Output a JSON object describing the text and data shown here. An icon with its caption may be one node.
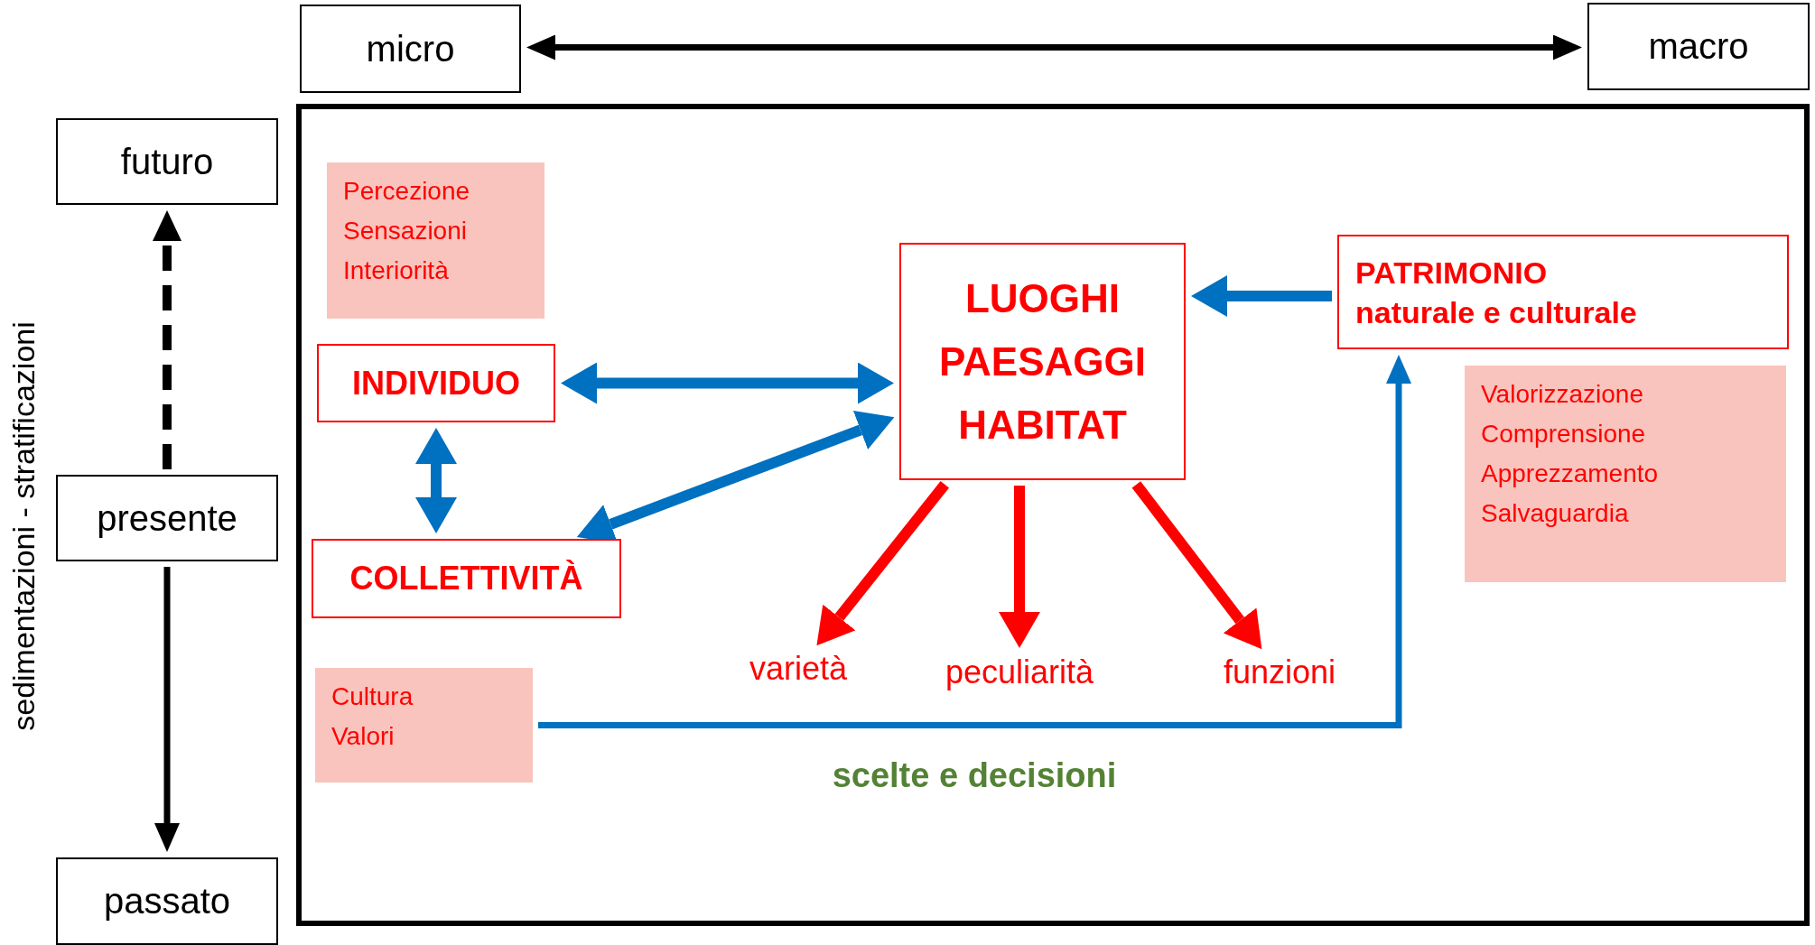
{
  "diagram": {
    "nodes": [
      {
        "text": [
          "micro"
        ]
      },
      {
        "text": [
          "macro"
        ]
      },
      {
        "text": [],
        "shape": "box"
      },
      {
        "text": [
          "futuro"
        ]
      },
      {
        "text": [
          "Percezione Sensazioni Interiorità"
        ],
        "in": 2
      },
      {
        "text": [
          "LUOGHI PAESAGGI HABITAT"
        ],
        "in": 2
      },
      {
        "text": [
          "PATRIMONIO",
          "naturale e culturale"
        ],
        "in": 2
      },
      {
        "text": [
          "INDIVIDUO"
        ],
        "in": 2
      },
      {
        "text": [
          "Valorizzazione Comprensione Apprezzamento Salvaguardia"
        ],
        "in": 2
      },
      {
        "text": [
          "presente"
        ]
      },
      {
        "text": [
          "COLLETTIVITÀ"
        ],
        "in": 2
      },
      {
        "text": [
          "varietà"
        ],
        "in": 2
      },
      {
        "text": [
          "peculiarità"
        ],
        "in": 2
      },
      {
        "text": [
          "funzioni"
        ],
        "in": 2
      },
      {
        "text": [
          "Cultura Valori"
        ],
        "in": 2
      },
      {
        "text": [
          "passato"
        ]
      }
    ],
    "edges": [
      {
        "from": 0,
        "to": 1,
        "arrow": "both",
        "color": "#000000"
      },
      {
        "from": 9,
        "to": 3,
        "arrow": "to",
        "style": "dashed",
        "color": "#000000"
      },
      {
        "from": 9,
        "to": 15,
        "arrow": "to",
        "color": "#000000"
      },
      {
        "from": 7,
        "to": 5,
        "arrow": "both"
      },
      {
        "from": 7,
        "to": 10,
        "arrow": "both"
      },
      {
        "from": 10,
        "to": 5,
        "arrow": "both"
      },
      {
        "from": 6,
        "to": 5,
        "arrow": "to"
      },
      {
        "from": 14,
        "to": 6,
        "arrow": "to",
        "label": "scelte e decisioni"
      },
      {
        "from": 5,
        "to": 11,
        "arrow": "to",
        "color": "#ff0000"
      },
      {
        "from": 5,
        "to": 12,
        "arrow": "to",
        "color": "#ff0000"
      },
      {
        "from": 5,
        "to": 13,
        "arrow": "to",
        "color": "#ff0000"
      }
    ],
    "labels": [
      "sedimentazioni - stratificazioni"
    ]
  }
}
